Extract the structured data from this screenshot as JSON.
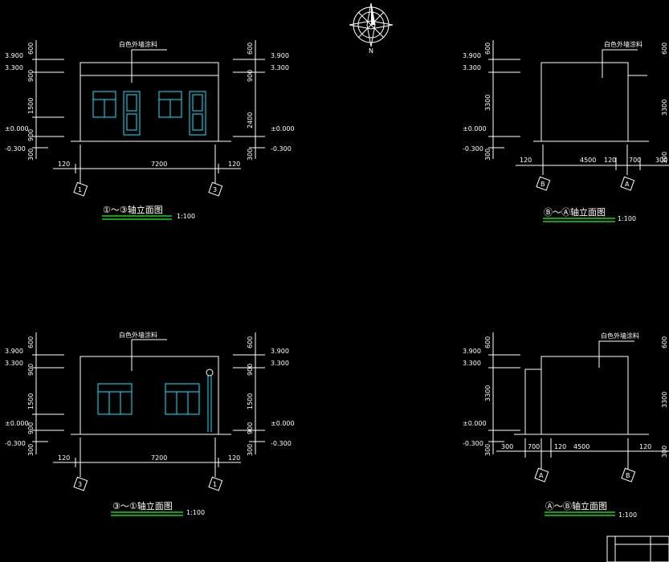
{
  "colors": {
    "background": "#000000",
    "line": "#ffffff",
    "openings": "#19e6ff",
    "underline": "#19d219"
  },
  "icons": {
    "north_arrow": "compass-rose-icon"
  },
  "north_label": "N",
  "wall_note": "白色外墙涂料",
  "elevations": [
    {
      "title": "①～③轴立面图",
      "scale": "1:100",
      "axis_left": "1",
      "axis_right": "3",
      "levels_left": [
        "3.900",
        "3.300",
        "±0.000",
        "-0.300"
      ],
      "levels_right": [
        "3.900",
        "3.300",
        "±0.000",
        "-0.300"
      ],
      "dims_left": [
        "600",
        "900",
        "1500",
        "900",
        "300"
      ],
      "dims_right": [
        "600",
        "900",
        "2400",
        "300"
      ],
      "dims_bottom": [
        "120",
        "7200",
        "120"
      ]
    },
    {
      "title": "③～①轴立面图",
      "scale": "1:100",
      "axis_left": "3",
      "axis_right": "1",
      "levels_left": [
        "3.900",
        "3.300",
        "±0.000",
        "-0.300"
      ],
      "levels_right": [
        "3.900",
        "3.300",
        "±0.000",
        "-0.300"
      ],
      "dims_left": [
        "600",
        "900",
        "1500",
        "900",
        "300"
      ],
      "dims_right": [
        "600",
        "900",
        "1500",
        "900",
        "300"
      ],
      "dims_bottom": [
        "120",
        "7200",
        "120"
      ]
    },
    {
      "title": "Ⓑ～Ⓐ轴立面图",
      "scale": "1:100",
      "axis_left": "B",
      "axis_right": "A",
      "levels_left": [
        "3.900",
        "3.300",
        "±0.000",
        "-0.300"
      ],
      "dims_left": [
        "600",
        "3300",
        "300"
      ],
      "dims_right": [
        "600",
        "3300",
        "300"
      ],
      "dims_bottom": [
        "120",
        "4500",
        "120",
        "700",
        "300"
      ]
    },
    {
      "title": "Ⓐ～Ⓑ轴立面图",
      "scale": "1:100",
      "axis_left": "A",
      "axis_right": "B",
      "levels_left": [
        "3.900",
        "3.300",
        "±0.000",
        "-0.300"
      ],
      "dims_left": [
        "600",
        "3300",
        "300"
      ],
      "dims_right": [
        "600",
        "3300",
        "300"
      ],
      "dims_bottom": [
        "300",
        "700",
        "120",
        "4500",
        "120"
      ]
    }
  ]
}
